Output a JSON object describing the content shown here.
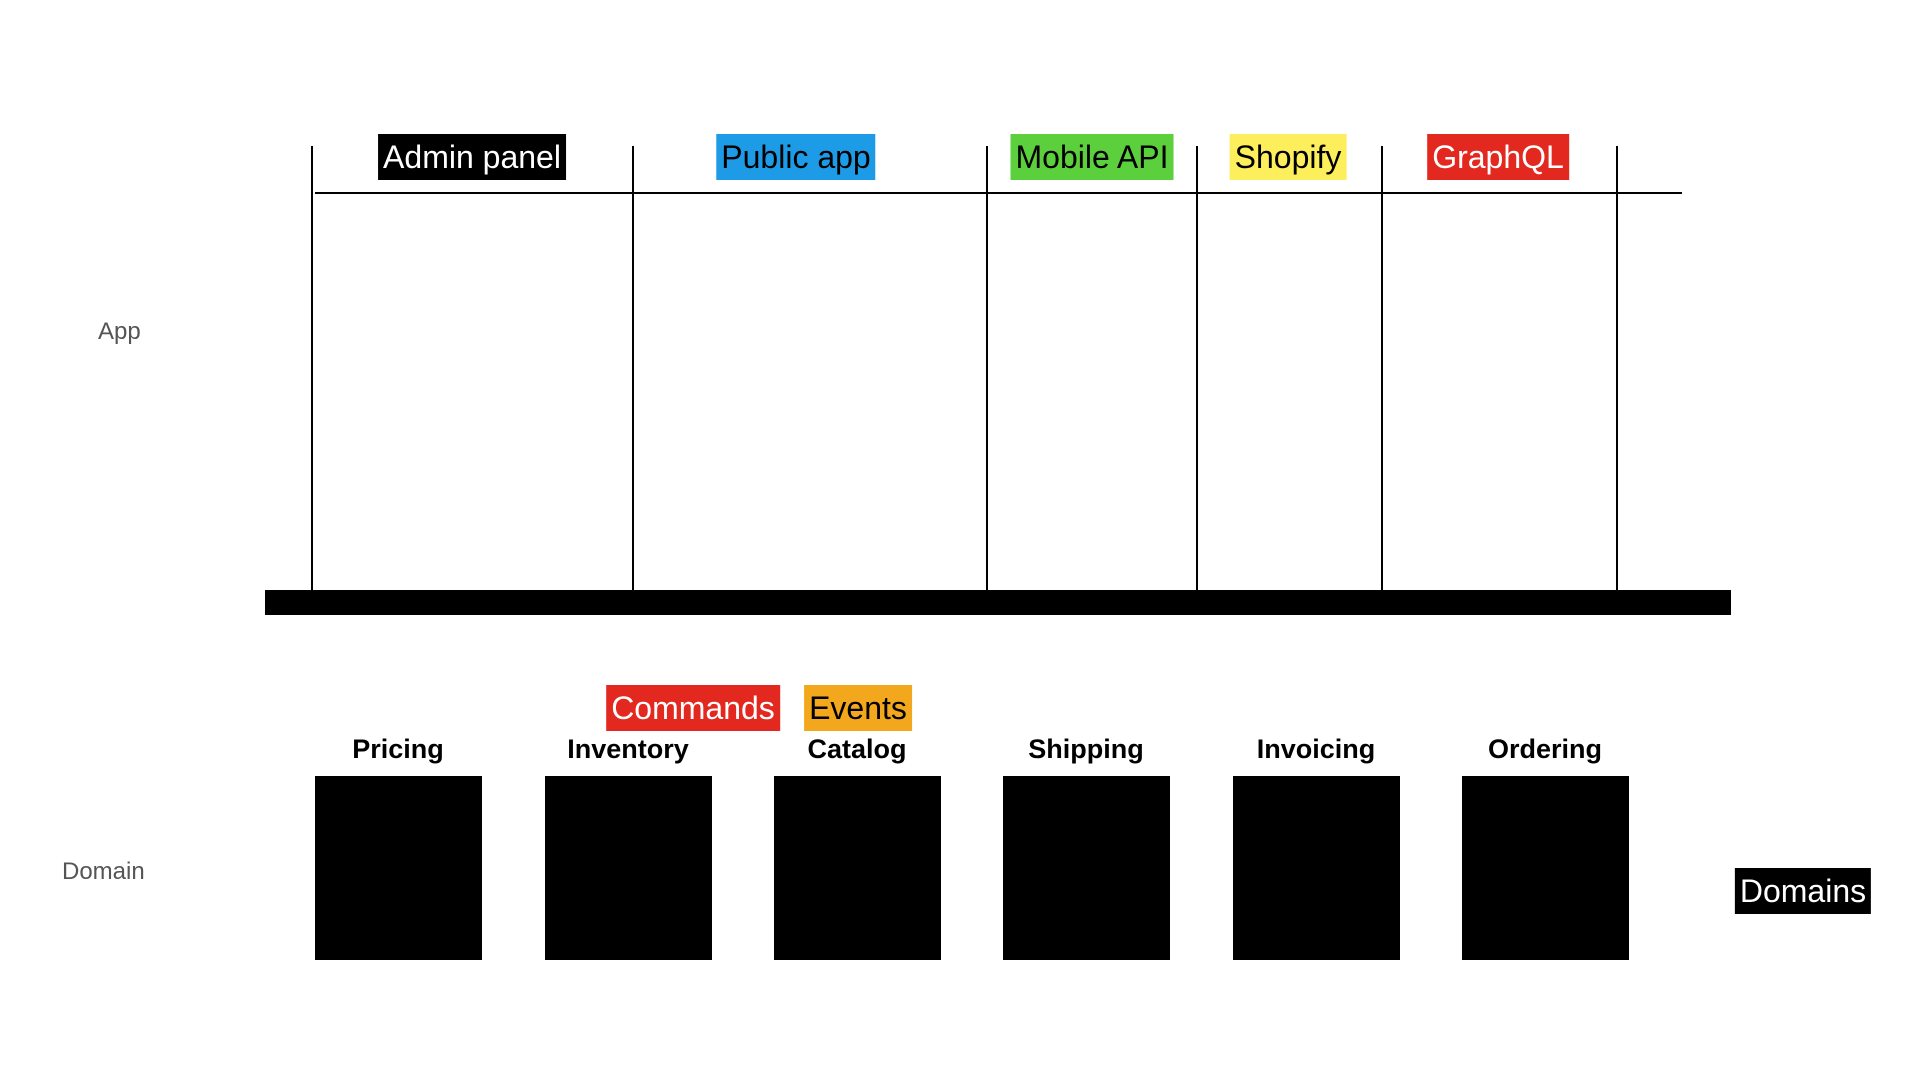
{
  "layers": {
    "app_label": "App",
    "domain_label": "Domain"
  },
  "apps": [
    {
      "name": "Admin panel",
      "bg": "#000000",
      "fg": "#ffffff"
    },
    {
      "name": "Public app",
      "bg": "#1e9be6",
      "fg": "#000000"
    },
    {
      "name": "Mobile API",
      "bg": "#5ccf3c",
      "fg": "#000000"
    },
    {
      "name": "Shopify",
      "bg": "#fdee5c",
      "fg": "#000000"
    },
    {
      "name": "GraphQL",
      "bg": "#e3281f",
      "fg": "#ffffff"
    }
  ],
  "messages": [
    {
      "name": "Commands",
      "bg": "#e3281f",
      "fg": "#ffffff"
    },
    {
      "name": "Events",
      "bg": "#f3a71c",
      "fg": "#000000"
    }
  ],
  "domains": [
    {
      "name": "Pricing"
    },
    {
      "name": "Inventory"
    },
    {
      "name": "Catalog"
    },
    {
      "name": "Shipping"
    },
    {
      "name": "Invoicing"
    },
    {
      "name": "Ordering"
    }
  ],
  "domains_tag": {
    "label": "Domains",
    "bg": "#000000",
    "fg": "#ffffff"
  }
}
